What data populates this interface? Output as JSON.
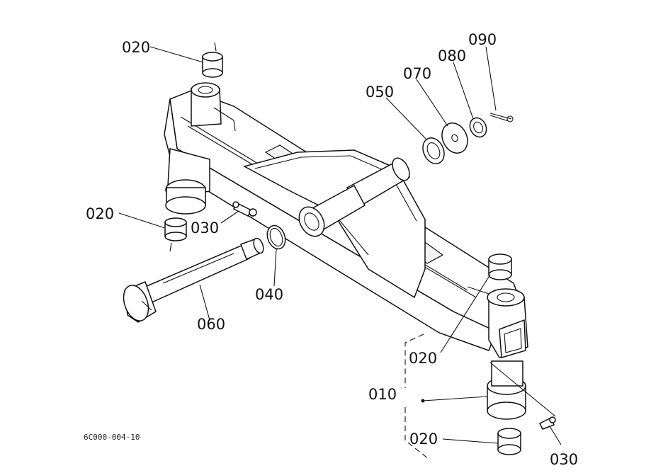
{
  "drawing_code": "6C000-004-10",
  "callouts": {
    "c020_top_left": "020",
    "c020_left": "020",
    "c030_center": "030",
    "c040": "040",
    "c050": "050",
    "c060": "060",
    "c070": "070",
    "c080": "080",
    "c090": "090",
    "c010": "010",
    "c020_right": "020",
    "c020_bottom": "020",
    "c030_bottom": "030"
  }
}
